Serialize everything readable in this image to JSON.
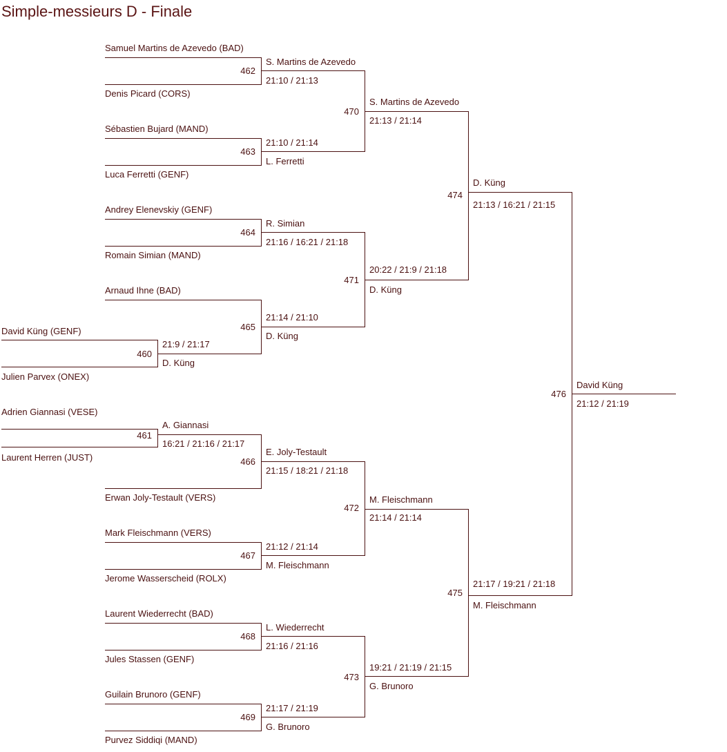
{
  "title": "Simple-messieurs D - Finale",
  "colors": {
    "text": "#4a1010",
    "line": "#4a1010",
    "background": "#ffffff"
  },
  "entrants": [
    "Samuel Martins de Azevedo (BAD)",
    "Denis Picard (CORS)",
    "Sébastien Bujard (MAND)",
    "Luca Ferretti (GENF)",
    "Andrey Elenevskiy (GENF)",
    "Romain Simian (MAND)",
    "Arnaud Ihne (BAD)",
    "David Küng (GENF)",
    "Julien Parvex (ONEX)",
    "Adrien Giannasi (VESE)",
    "Laurent Herren (JUST)",
    "Erwan Joly-Testault (VERS)",
    "Mark Fleischmann (VERS)",
    "Jerome Wasserscheid (ROLX)",
    "Laurent Wiederrecht (BAD)",
    "Jules Stassen (GENF)",
    "Guilain Brunoro (GENF)",
    "Purvez Siddiqi (MAND)"
  ],
  "matches": [
    {
      "number": "460",
      "winner": "D. Küng",
      "score": "21:9 / 21:17"
    },
    {
      "number": "461",
      "winner": "A. Giannasi",
      "score": "16:21 / 21:16 / 21:17"
    },
    {
      "number": "462",
      "winner": "S. Martins de Azevedo",
      "score": "21:10 / 21:13"
    },
    {
      "number": "463",
      "winner": "L. Ferretti",
      "score": "21:10 / 21:14"
    },
    {
      "number": "464",
      "winner": "R. Simian",
      "score": "21:16 / 16:21 / 21:18"
    },
    {
      "number": "465",
      "winner": "D. Küng",
      "score": "21:14 / 21:10"
    },
    {
      "number": "466",
      "winner": "E. Joly-Testault",
      "score": "21:15 / 18:21 / 21:18"
    },
    {
      "number": "467",
      "winner": "M. Fleischmann",
      "score": "21:12 / 21:14"
    },
    {
      "number": "468",
      "winner": "L. Wiederrecht",
      "score": "21:16 / 21:16"
    },
    {
      "number": "469",
      "winner": "G. Brunoro",
      "score": "21:17 / 21:19"
    },
    {
      "number": "470",
      "winner": "S. Martins de Azevedo",
      "score": "21:13 / 21:14"
    },
    {
      "number": "471",
      "winner": "D. Küng",
      "score": "20:22 / 21:9 / 21:18"
    },
    {
      "number": "472",
      "winner": "M. Fleischmann",
      "score": "21:14 / 21:14"
    },
    {
      "number": "473",
      "winner": "G. Brunoro",
      "score": "19:21 / 21:19 / 21:15"
    },
    {
      "number": "474",
      "winner": "D. Küng",
      "score": "21:13 / 16:21 / 21:15"
    },
    {
      "number": "475",
      "winner": "M. Fleischmann",
      "score": "21:17 / 19:21 / 21:18"
    },
    {
      "number": "476",
      "winner": "David Küng",
      "score": "21:12 / 21:19"
    }
  ]
}
